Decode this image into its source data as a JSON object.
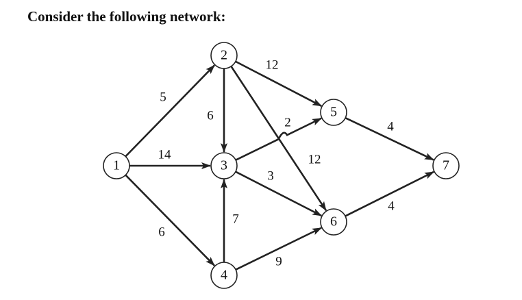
{
  "heading": "Consider the following network:",
  "network": {
    "nodes": [
      {
        "id": "1",
        "label": "1"
      },
      {
        "id": "2",
        "label": "2"
      },
      {
        "id": "3",
        "label": "3"
      },
      {
        "id": "4",
        "label": "4"
      },
      {
        "id": "5",
        "label": "5"
      },
      {
        "id": "6",
        "label": "6"
      },
      {
        "id": "7",
        "label": "7"
      }
    ],
    "edges": [
      {
        "from": "1",
        "to": "2",
        "label": "5"
      },
      {
        "from": "1",
        "to": "3",
        "label": "14"
      },
      {
        "from": "1",
        "to": "4",
        "label": "6"
      },
      {
        "from": "2",
        "to": "3",
        "label": "6"
      },
      {
        "from": "2",
        "to": "5",
        "label": "12"
      },
      {
        "from": "2",
        "to": "6",
        "label": "12"
      },
      {
        "from": "3",
        "to": "5",
        "label": "2"
      },
      {
        "from": "3",
        "to": "6",
        "label": "3"
      },
      {
        "from": "4",
        "to": "3",
        "label": "7"
      },
      {
        "from": "4",
        "to": "6",
        "label": "9"
      },
      {
        "from": "5",
        "to": "7",
        "label": "4"
      },
      {
        "from": "6",
        "to": "7",
        "label": "4"
      }
    ]
  }
}
